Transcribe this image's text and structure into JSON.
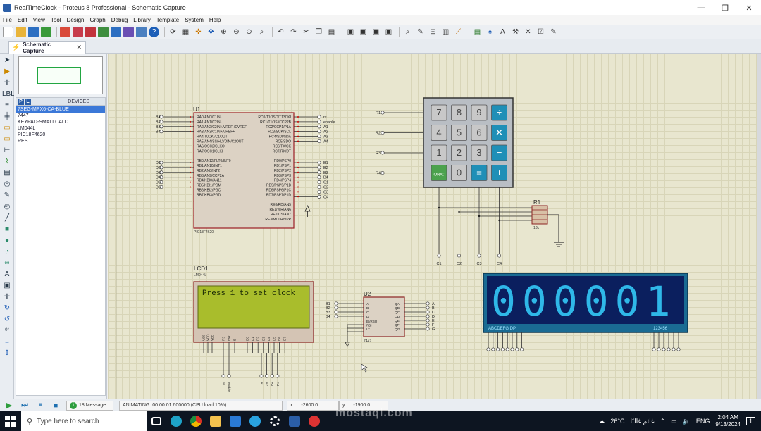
{
  "window": {
    "title": "RealTimeClock - Proteus 8 Professional - Schematic Capture",
    "min": "—",
    "max": "❐",
    "close": "✕"
  },
  "menu": [
    "File",
    "Edit",
    "View",
    "Tool",
    "Design",
    "Graph",
    "Debug",
    "Library",
    "Template",
    "System",
    "Help"
  ],
  "tab": {
    "label": "Schematic Capture",
    "close": "✕"
  },
  "devices": {
    "p": "P",
    "l": "L",
    "header": "DEVICES",
    "items": [
      "7SEG-MPX6-CA-BLUE",
      "7447",
      "KEYPAD-SMALLCALC",
      "LM044L",
      "PIC18F4620",
      "RES"
    ],
    "selected": 0
  },
  "schematic": {
    "u1": {
      "ref": "U1",
      "part": "PIC18F4620"
    },
    "lcd": {
      "ref": "LCD1",
      "part": "LM044L",
      "text": "Press 1 to set clock"
    },
    "u2": {
      "ref": "U2",
      "part": "7447"
    },
    "r1": {
      "ref": "R1",
      "value": "10k"
    },
    "seg": {
      "digits": "000001",
      "left_label": "ABCDEFG DP",
      "right_label": "123456"
    },
    "keypad": {
      "rows": [
        "R1",
        "R2",
        "R3",
        "R4"
      ],
      "keys": [
        "7",
        "8",
        "9",
        "÷",
        "4",
        "5",
        "6",
        "✕",
        "1",
        "2",
        "3",
        "−",
        "ON/C",
        "0",
        "=",
        "+"
      ]
    },
    "u1_pins_left_a": [
      "B1",
      "B2",
      "B3",
      "B4"
    ],
    "u1_pins_left_b": [
      "D1",
      "D2",
      "D3",
      "D4",
      "D5",
      "D6"
    ],
    "u1_pins_right_a": [
      "rs",
      "enable",
      "A1",
      "A2",
      "A3",
      "A4"
    ],
    "u1_pins_right_b": [
      "B1",
      "B2",
      "B3",
      "B4",
      "C1",
      "C2",
      "C3",
      "C4"
    ],
    "u2_inputs": [
      "B1",
      "B2",
      "B3",
      "B4"
    ],
    "u2_outputs": [
      "A",
      "B",
      "C",
      "D",
      "E",
      "F",
      "G"
    ],
    "u1_inner_left": [
      "RA0/AN0/C1IN-",
      "RA1/AN1/C2IN-",
      "RA2/AN2/C2IN+/VREF-/CVREF",
      "RA3/AN3/C1IN+/VREF+",
      "RA4/T0CKI/C1OUT",
      "RA5/AN4/SS/HLVDIN/C2OUT",
      "RA6/OSC2/CLKO",
      "RA7/OSC1/CLKI",
      "",
      "RB0/AN12/FLT0/INT0",
      "RB1/AN10/INT1",
      "RB2/AN8/INT2",
      "RB3/AN9/CCP2A",
      "RB4/KBI0/AN11",
      "RB5/KBI1/PGM",
      "RB6/KBI2/PGC",
      "RB7/KBI3/PGD"
    ],
    "u1_inner_right": [
      "RC0/T1OSO/T13CKI",
      "RC1/T1OSI/CCP2B",
      "RC2/CCP1/P1A",
      "RC3/SCK/SCL",
      "RC4/SDI/SDA",
      "RC5/SDO",
      "RC6/TX/CK",
      "RC7/RX/DT",
      "",
      "RD0/PSP0",
      "RD1/PSP1",
      "RD2/PSP2",
      "RD3/PSP3",
      "RD4/PSP4",
      "RD5/PSP5/P1B",
      "RD6/PSP6/P1C",
      "RD7/PSP7/P1D",
      "",
      "RE0/RD/AN5",
      "RE1/WR/AN6",
      "RE2/CS/AN7",
      "RE3/MCLR/VPP"
    ],
    "lcd_pins": [
      "VSS",
      "VDD",
      "VEE",
      "RS",
      "RW",
      "E",
      "D0",
      "D1",
      "D2",
      "D3",
      "D4",
      "D5",
      "D6",
      "D7"
    ],
    "lcd_bottom_labels": [
      "rs",
      "enable",
      "A1",
      "A2",
      "A3",
      "A4"
    ],
    "col_labels": [
      "C1",
      "C2",
      "C3",
      "C4"
    ]
  },
  "status": {
    "messages": "18 Message...",
    "animating": "ANIMATING: 00:00:01.600000 (CPU load 10%)",
    "x_label": "x:",
    "x": "-2600.0",
    "y_label": "y:",
    "y": "-1900.0"
  },
  "taskbar": {
    "search_placeholder": "Type here to search",
    "weather": "26°C",
    "weather_text": "غائم غالبًا",
    "lang": "ENG",
    "time": "2:04 AM",
    "date": "9/13/2024",
    "notifications": "1"
  },
  "watermark": "mostaql.com"
}
